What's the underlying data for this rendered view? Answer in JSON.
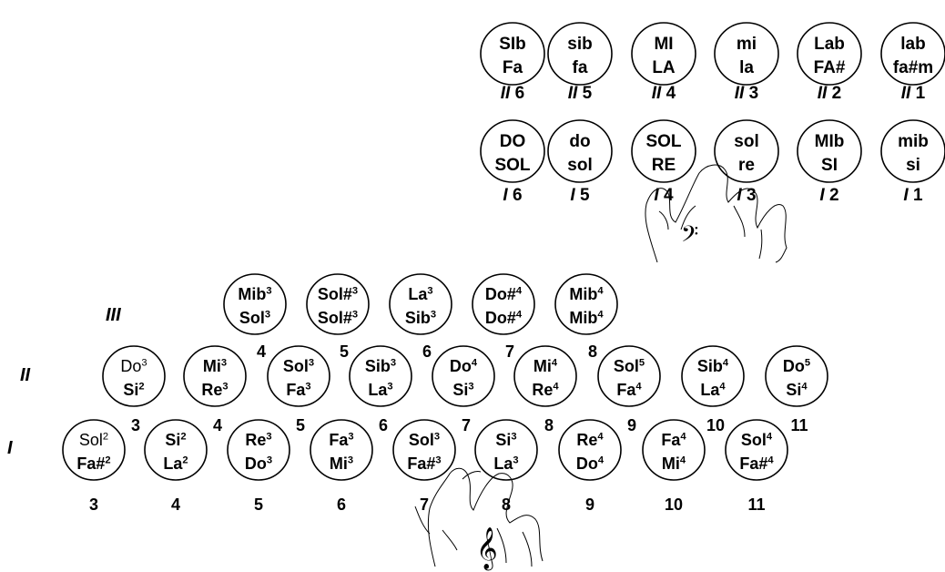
{
  "bass": {
    "buttons": [
      {
        "top": "SIb",
        "bottom": "Fa"
      },
      {
        "top": "sib",
        "bottom": "fa"
      },
      {
        "top": "MI",
        "bottom": "LA"
      },
      {
        "top": "mi",
        "bottom": "la"
      },
      {
        "top": "Lab",
        "bottom": "FA#"
      },
      {
        "top": "lab",
        "bottom": "fa#m"
      },
      {
        "top": "DO",
        "bottom": "SOL"
      },
      {
        "top": "do",
        "bottom": "sol"
      },
      {
        "top": "SOL",
        "bottom": "RE"
      },
      {
        "top": "sol",
        "bottom": "re"
      },
      {
        "top": "MIb",
        "bottom": "SI"
      },
      {
        "top": "mib",
        "bottom": "si"
      }
    ],
    "labels": [
      {
        "prefix": "II",
        "num": "6"
      },
      {
        "prefix": "II",
        "num": "5"
      },
      {
        "prefix": "II",
        "num": "4"
      },
      {
        "prefix": "II",
        "num": "3"
      },
      {
        "prefix": "II",
        "num": "2"
      },
      {
        "prefix": "II",
        "num": "1"
      },
      {
        "prefix": "I",
        "num": "6"
      },
      {
        "prefix": "I",
        "num": "5"
      },
      {
        "prefix": "I",
        "num": "4"
      },
      {
        "prefix": "I",
        "num": "3"
      },
      {
        "prefix": "I",
        "num": "2"
      },
      {
        "prefix": "I",
        "num": "1"
      }
    ],
    "clef": "𝄢"
  },
  "treble": {
    "row_labels": {
      "row3": "III",
      "row2": "II",
      "row1": "I"
    },
    "row3": [
      {
        "top": "Mib",
        "top_sup": "3",
        "bottom": "Sol",
        "bottom_sup": "3"
      },
      {
        "top": "Sol#",
        "top_sup": "3",
        "bottom": "Sol#",
        "bottom_sup": "3"
      },
      {
        "top": "La",
        "top_sup": "3",
        "bottom": "Sib",
        "bottom_sup": "3"
      },
      {
        "top": "Do#",
        "top_sup": "4",
        "bottom": "Do#",
        "bottom_sup": "4"
      },
      {
        "top": "Mib",
        "top_sup": "4",
        "bottom": "Mib",
        "bottom_sup": "4"
      }
    ],
    "row2": [
      {
        "top": "Do",
        "top_sup": "3",
        "bottom": "Si",
        "bottom_sup": "2",
        "top_light": true
      },
      {
        "top": "Mi",
        "top_sup": "3",
        "bottom": "Re",
        "bottom_sup": "3"
      },
      {
        "top": "Sol",
        "top_sup": "3",
        "bottom": "Fa",
        "bottom_sup": "3"
      },
      {
        "top": "Sib",
        "top_sup": "3",
        "bottom": "La",
        "bottom_sup": "3"
      },
      {
        "top": "Do",
        "top_sup": "4",
        "bottom": "Si",
        "bottom_sup": "3"
      },
      {
        "top": "Mi",
        "top_sup": "4",
        "bottom": "Re",
        "bottom_sup": "4"
      },
      {
        "top": "Sol",
        "top_sup": "5",
        "bottom": "Fa",
        "bottom_sup": "4"
      },
      {
        "top": "Sib",
        "top_sup": "4",
        "bottom": "La",
        "bottom_sup": "4"
      },
      {
        "top": "Do",
        "top_sup": "5",
        "bottom": "Si",
        "bottom_sup": "4"
      }
    ],
    "row1": [
      {
        "top": "Sol",
        "top_sup": "2",
        "bottom": "Fa#",
        "bottom_sup": "2",
        "top_light": true
      },
      {
        "top": "Si",
        "top_sup": "2",
        "bottom": "La",
        "bottom_sup": "2"
      },
      {
        "top": "Re",
        "top_sup": "3",
        "bottom": "Do",
        "bottom_sup": "3"
      },
      {
        "top": "Fa",
        "top_sup": "3",
        "bottom": "Mi",
        "bottom_sup": "3"
      },
      {
        "top": "Sol",
        "top_sup": "3",
        "bottom": "Fa#",
        "bottom_sup": "3"
      },
      {
        "top": "Si",
        "top_sup": "3",
        "bottom": "La",
        "bottom_sup": "3"
      },
      {
        "top": "Re",
        "top_sup": "4",
        "bottom": "Do",
        "bottom_sup": "4"
      },
      {
        "top": "Fa",
        "top_sup": "4",
        "bottom": "Mi",
        "bottom_sup": "4"
      },
      {
        "top": "Sol",
        "top_sup": "4",
        "bottom": "Fa#",
        "bottom_sup": "4"
      }
    ],
    "row3_numbers": [
      "4",
      "5",
      "6",
      "7",
      "8"
    ],
    "row2_numbers": [
      "3",
      "4",
      "5",
      "6",
      "7",
      "8",
      "9",
      "10",
      "11"
    ],
    "row1_numbers": [
      "3",
      "4",
      "5",
      "6",
      "7",
      "8",
      "9",
      "10",
      "11"
    ],
    "clef": "𝄞"
  }
}
